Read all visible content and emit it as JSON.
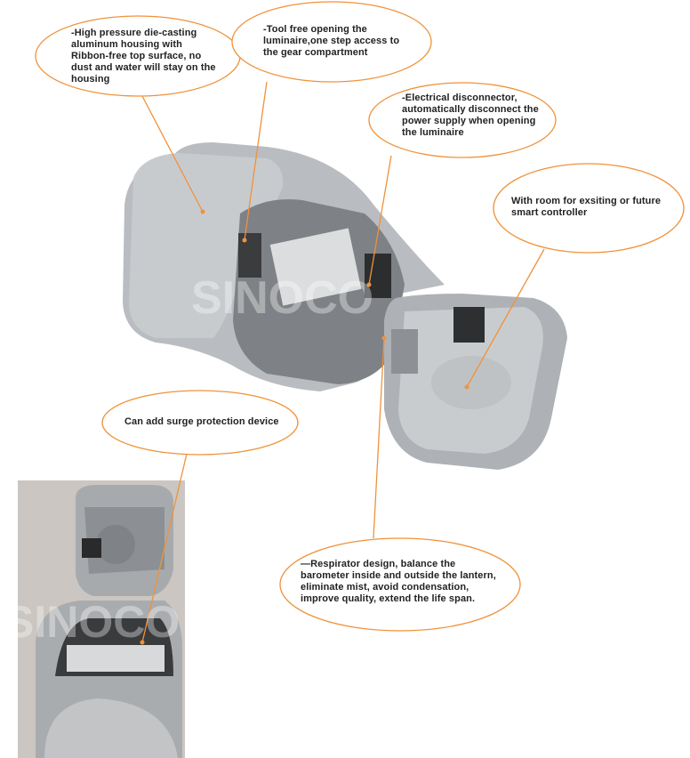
{
  "callouts": [
    {
      "id": "housing",
      "text": "-High pressure die-casting aluminum housing with Ribbon-free top surface, no dust and water will stay on the housing"
    },
    {
      "id": "tool-free",
      "text": "-Tool free opening the luminaire,one step access to the gear compartment"
    },
    {
      "id": "disconnector",
      "text": "-Electrical disconnector, automatically disconnect the power supply when opening the luminaire"
    },
    {
      "id": "smart-controller",
      "text": "With room for exsiting or future smart controller"
    },
    {
      "id": "surge",
      "text": "Can add surge protection device"
    },
    {
      "id": "respirator",
      "text": "—Respirator design, balance the barometer inside and outside the lantern, eliminate mist, avoid condensation, improve quality, extend the life span."
    }
  ],
  "watermark": "SINOCO",
  "colors": {
    "accent": "#f0923a",
    "housing": "#b9bcc0",
    "inset_bg": "#c9c4bf"
  }
}
